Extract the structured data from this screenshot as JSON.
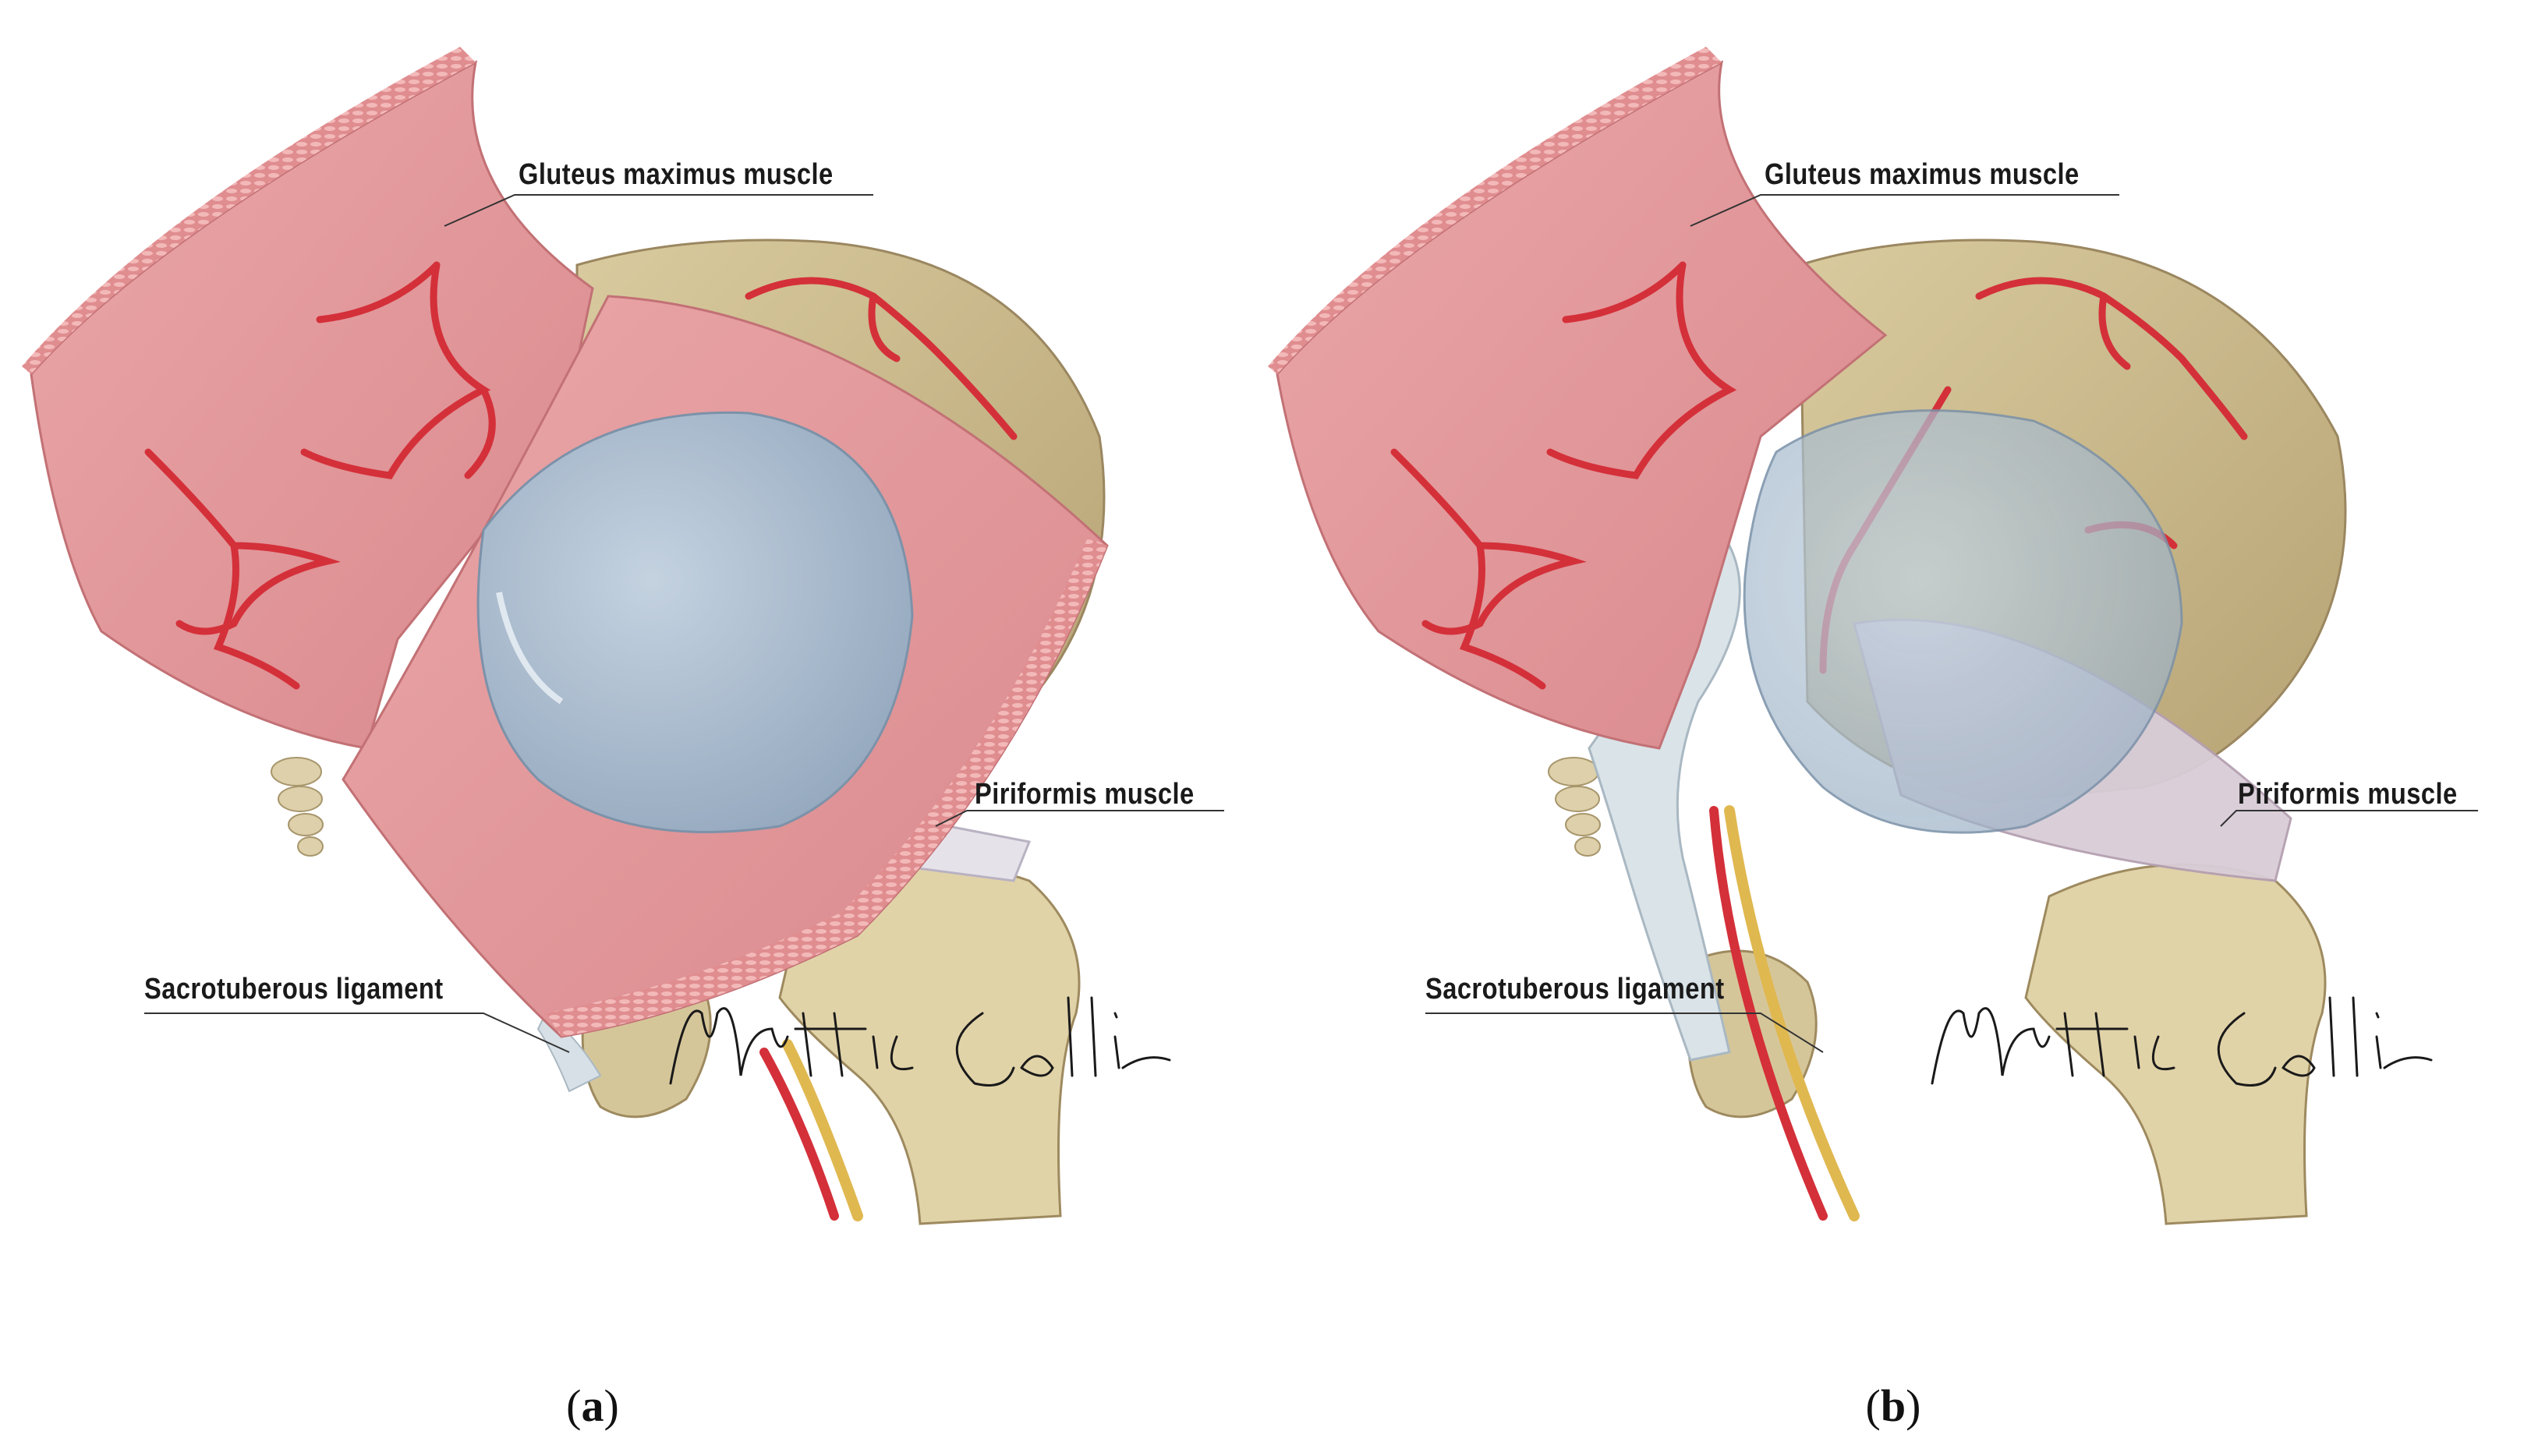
{
  "panels": [
    {
      "id": "a",
      "caption_letter": "a",
      "labels": {
        "gluteus": "Gluteus maximus muscle",
        "piriformis": "Piriformis muscle",
        "sacrotuberous": "Sacrotuberous ligament"
      },
      "signature": "Mattia Colli"
    },
    {
      "id": "b",
      "caption_letter": "b",
      "labels": {
        "gluteus": "Gluteus maximus muscle",
        "piriformis": "Piriformis muscle",
        "sacrotuberous": "Sacrotuberous ligament"
      },
      "signature": "Mattia Colli"
    }
  ],
  "colors": {
    "muscle": "#e29a9c",
    "muscle_dark": "#c96f74",
    "vessel": "#d4303a",
    "bone": "#d8c9a0",
    "bone_dark": "#a9956b",
    "cyst": "#aebfd0",
    "ligament": "#d6e0e6",
    "nerve": "#e0b850"
  }
}
